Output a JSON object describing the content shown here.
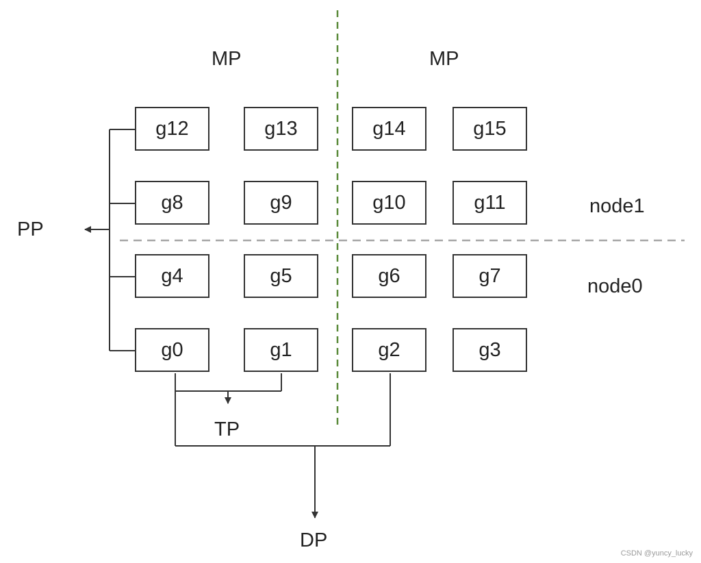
{
  "colors": {
    "box_border": "#333333",
    "connector": "#333333",
    "node_divider": "#a6a6a6",
    "mp_divider": "#5a8a3a",
    "text": "#222222"
  },
  "labels": {
    "mp_left": "MP",
    "mp_right": "MP",
    "pp": "PP",
    "tp": "TP",
    "dp": "DP",
    "node1": "node1",
    "node0": "node0"
  },
  "gpus": {
    "row0": [
      "g12",
      "g13",
      "g14",
      "g15"
    ],
    "row1": [
      "g8",
      "g9",
      "g10",
      "g11"
    ],
    "row2": [
      "g4",
      "g5",
      "g6",
      "g7"
    ],
    "row3": [
      "g0",
      "g1",
      "g2",
      "g3"
    ]
  },
  "watermark": "CSDN @yuncy_lucky"
}
